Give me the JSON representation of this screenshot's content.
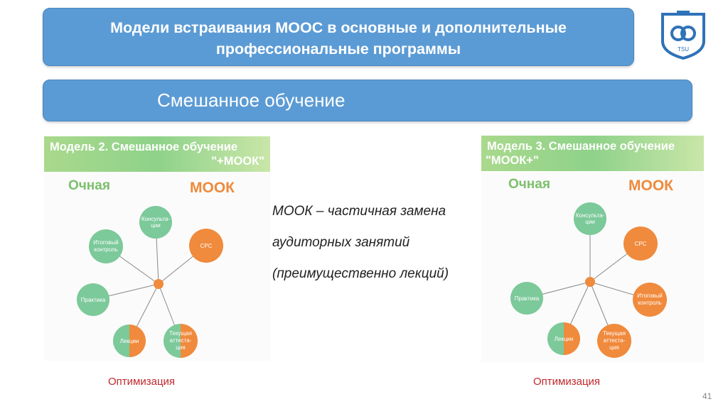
{
  "title": "Модели встраивания МООС в основные и дополнительные профессиональные программы",
  "subtitle": "Смешанное обучение",
  "logo": {
    "icon": "tsu-logo-icon",
    "text": "TSU",
    "color": "#2f72b8"
  },
  "center_text": [
    "МООК – частичная  замена",
    "аудиторных занятий",
    "(преимущественно лекций)"
  ],
  "models": [
    {
      "heading_line1": "Модель 2. Смешанное обучение",
      "heading_line2": "\"+МООК\"",
      "label_left": "Очная",
      "label_right": "МООК",
      "footer": "Оптимизация",
      "nodes": [
        {
          "text": [
            "Консульта-",
            "ции"
          ],
          "fill": "green"
        },
        {
          "text": [
            "СРС"
          ],
          "fill": "orange"
        },
        {
          "text": [
            "Итоговый",
            "контроль"
          ],
          "fill": "green"
        },
        {
          "text": [
            "Практика"
          ],
          "fill": "green"
        },
        {
          "text": [
            "Лекции"
          ],
          "fill": "split"
        },
        {
          "text": [
            "Текущая",
            "аттеста-",
            "ция"
          ],
          "fill": "split"
        }
      ]
    },
    {
      "heading_line1": "Модель 3. Смешанное обучение",
      "heading_line2": "\"МООК+\"",
      "label_left": "Очная",
      "label_right": "МООК",
      "footer": "Оптимизация",
      "nodes": [
        {
          "text": [
            "Консульта-",
            "ции"
          ],
          "fill": "green"
        },
        {
          "text": [
            "СРС"
          ],
          "fill": "orange"
        },
        {
          "text": [
            "Практика"
          ],
          "fill": "green"
        },
        {
          "text": [
            "Итоговый",
            "контроль"
          ],
          "fill": "orange"
        },
        {
          "text": [
            "Лекции"
          ],
          "fill": "split"
        },
        {
          "text": [
            "Текущая",
            "аттеста-",
            "ция"
          ],
          "fill": "orange"
        }
      ]
    }
  ],
  "page_number": "41",
  "colors": {
    "banner": "#5b9bd5",
    "green": "#7cc99a",
    "orange": "#f08a3c",
    "optimization": "#c0272d"
  }
}
